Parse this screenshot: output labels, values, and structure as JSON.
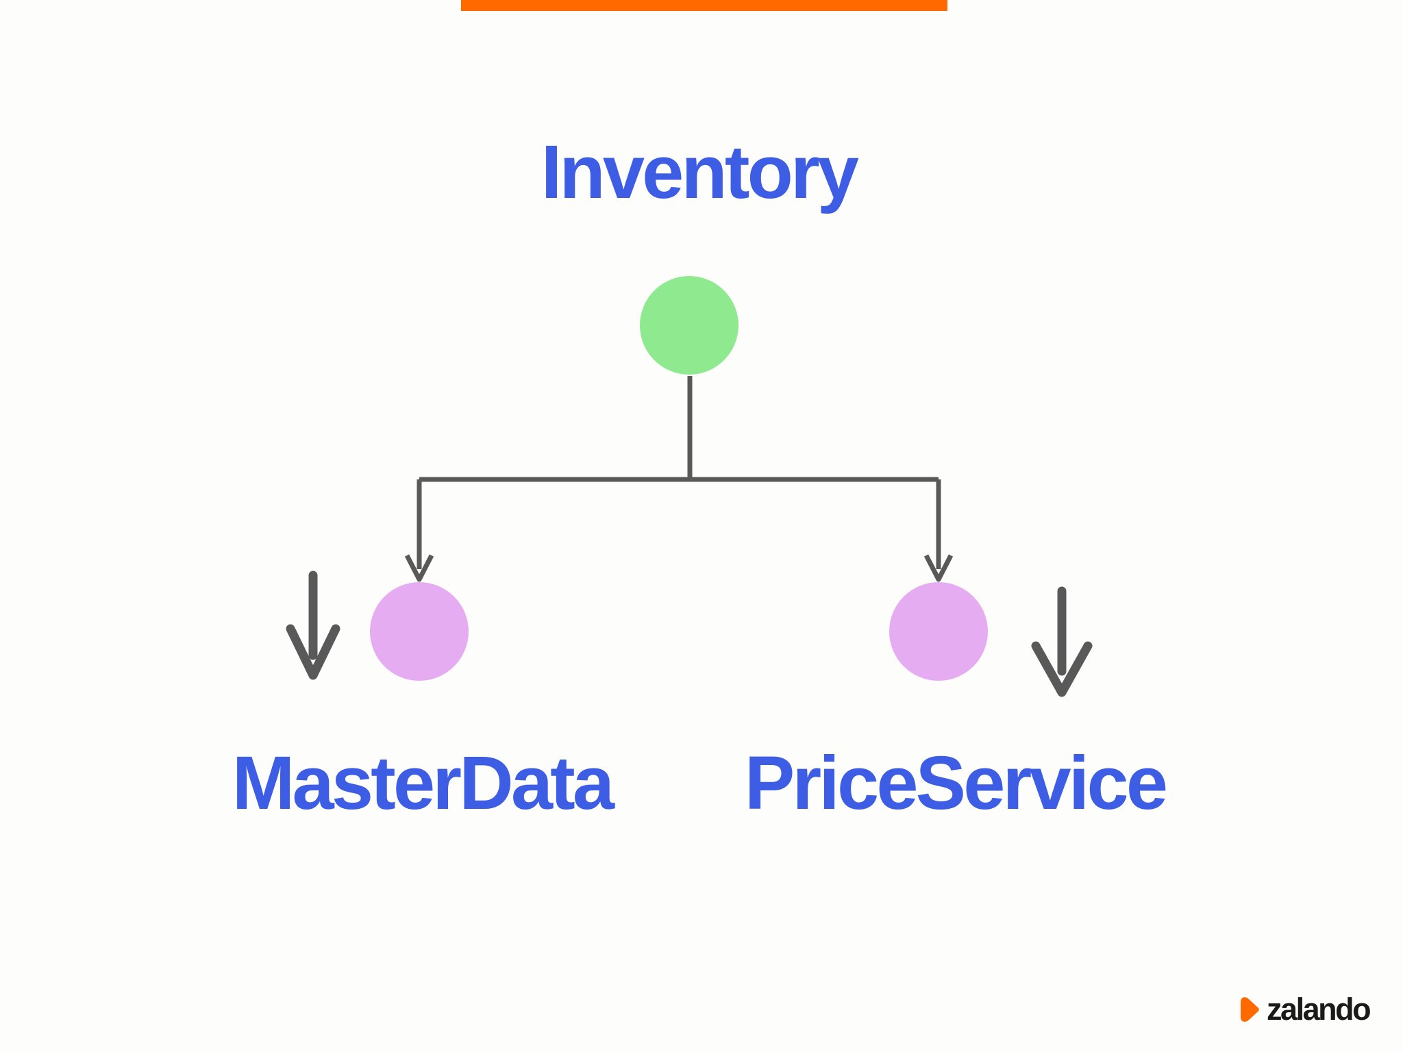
{
  "colors": {
    "background": "#FDFDFB",
    "accent_orange": "#FF6900",
    "title_blue": "#3D5EE4",
    "node_green": "#8FE98F",
    "node_purple": "#E6ACF2",
    "connector_gray": "#595959",
    "logo_black": "#1A1A1A"
  },
  "diagram": {
    "root_label": "Inventory",
    "children": [
      {
        "label": "MasterData"
      },
      {
        "label": "PriceService"
      }
    ]
  },
  "icons": {
    "left_arrow": "down-arrow",
    "right_arrow": "down-arrow",
    "logo_mark": "zalando-play-triangle"
  },
  "footer": {
    "logo_text": "zalando"
  }
}
